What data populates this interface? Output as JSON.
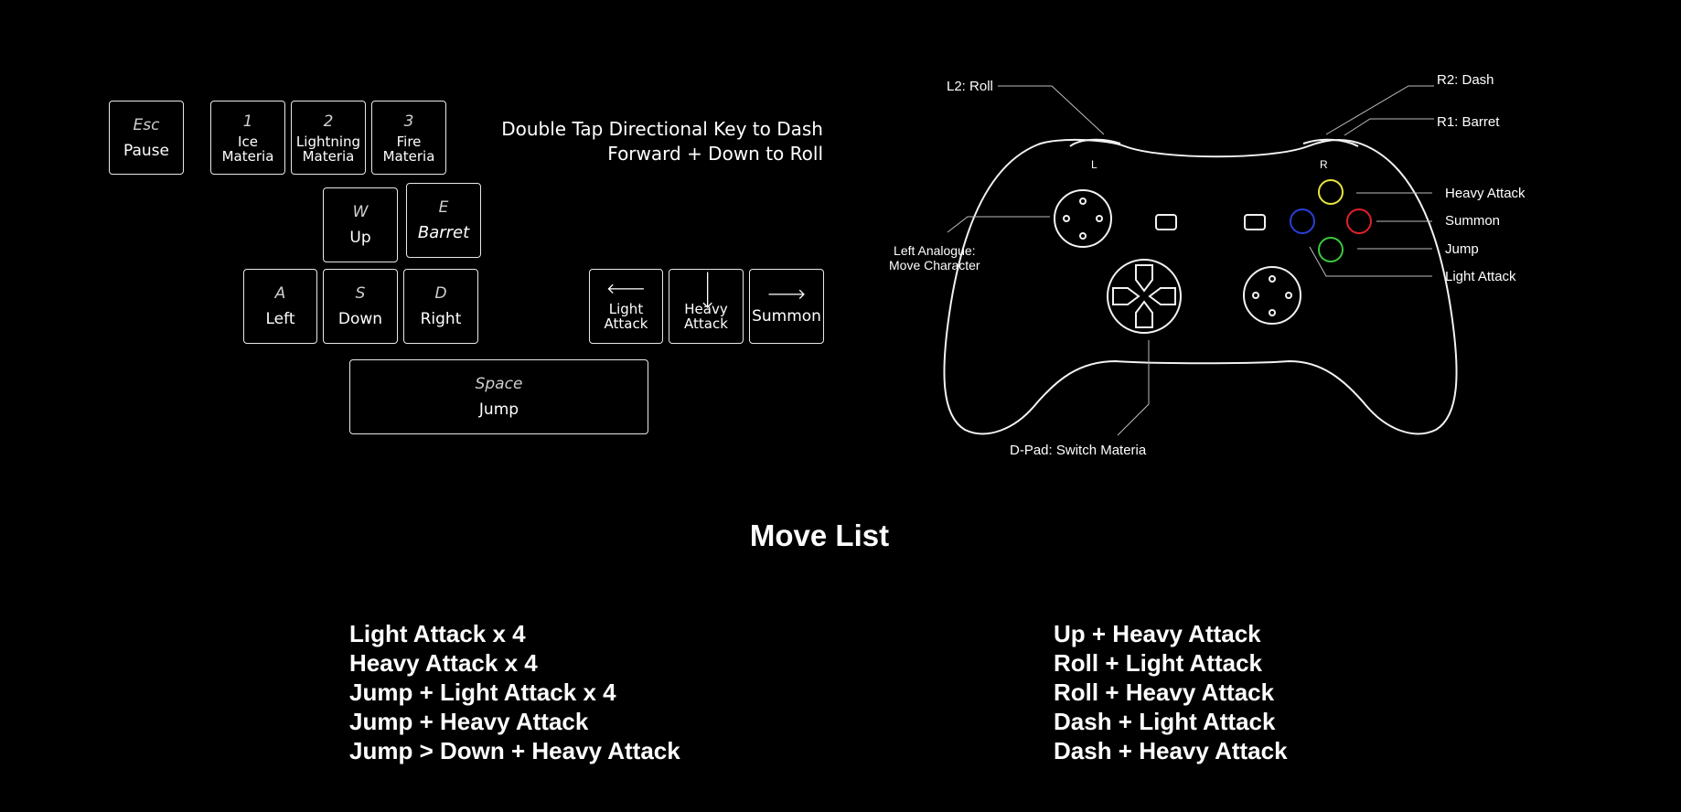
{
  "keyboard": {
    "esc": {
      "top": "Esc",
      "label": "Pause"
    },
    "k1": {
      "top": "1",
      "label": "Ice\nMateria"
    },
    "k2": {
      "top": "2",
      "label": "Lightning\nMateria"
    },
    "k3": {
      "top": "3",
      "label": "Fire\nMateria"
    },
    "w": {
      "top": "W",
      "label": "Up"
    },
    "e": {
      "top": "E",
      "label": "Barret"
    },
    "a": {
      "top": "A",
      "label": "Left"
    },
    "s": {
      "top": "S",
      "label": "Down"
    },
    "d": {
      "top": "D",
      "label": "Right"
    },
    "left": {
      "label": "Light\nAttack"
    },
    "down": {
      "label": "Heavy\nAttack"
    },
    "right": {
      "label": "Summon"
    },
    "space": {
      "top": "Space",
      "label": "Jump"
    }
  },
  "hints": {
    "line1": "Double Tap Directional Key to Dash",
    "line2": "Forward + Down to Roll"
  },
  "controller": {
    "l2": "L2: Roll",
    "r2": "R2: Dash",
    "r1": "R1: Barret",
    "l_marker": "L",
    "r_marker": "R",
    "heavy": "Heavy Attack",
    "summon": "Summon",
    "jump": "Jump",
    "light": "Light Attack",
    "left_stick_1": "Left Analogue:",
    "left_stick_2": "Move Character",
    "dpad": "D-Pad: Switch Materia",
    "colors": {
      "yellow": "#e8e43a",
      "blue": "#2a3fd6",
      "red": "#e0202a",
      "green": "#3cc83c"
    }
  },
  "move_list": {
    "title": "Move List",
    "left": [
      "Light Attack x 4",
      "Heavy Attack x 4",
      "Jump + Light Attack x 4",
      "Jump + Heavy Attack",
      "Jump > Down + Heavy Attack"
    ],
    "right": [
      "Up + Heavy Attack",
      "Roll + Light Attack",
      "Roll + Heavy Attack",
      "Dash + Light Attack",
      "Dash + Heavy Attack"
    ]
  }
}
